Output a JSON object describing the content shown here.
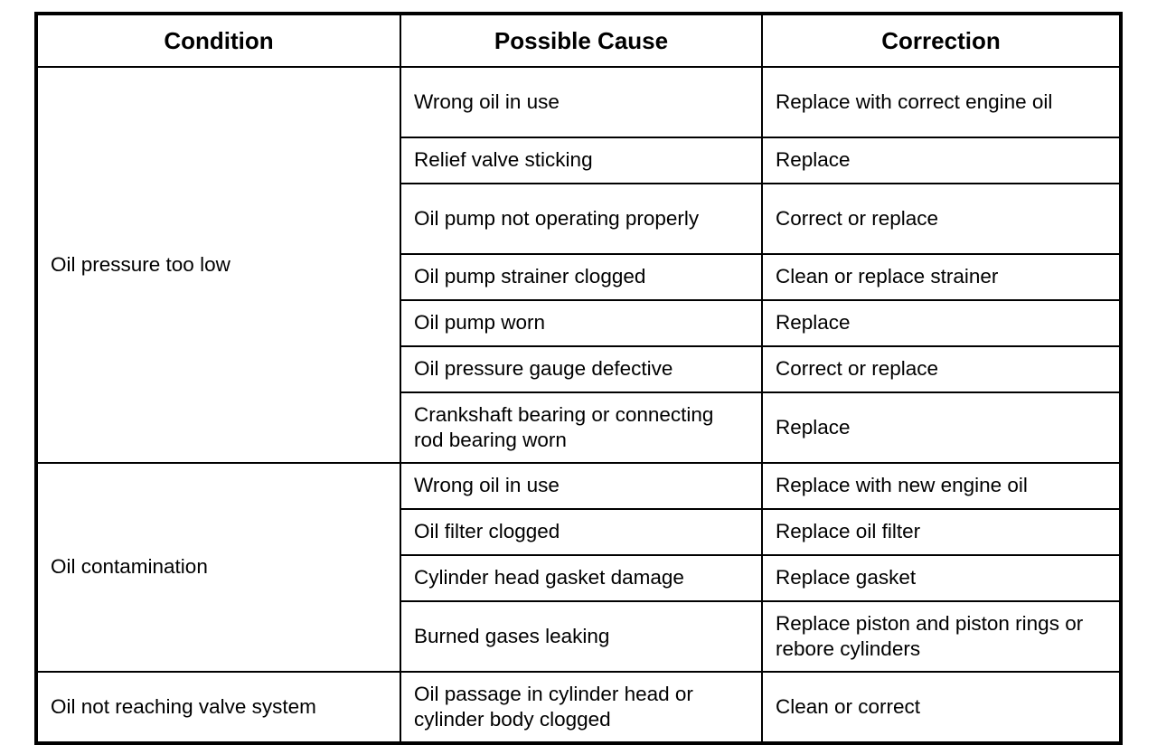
{
  "table": {
    "headers": [
      "Condition",
      "Possible Cause",
      "Correction"
    ],
    "groups": [
      {
        "condition": "Oil pressure too low",
        "rows": [
          {
            "cause": "Wrong oil in use",
            "correction": "Replace with correct engine oil"
          },
          {
            "cause": "Relief valve sticking",
            "correction": "Replace"
          },
          {
            "cause": "Oil pump not operating properly",
            "correction": "Correct or replace"
          },
          {
            "cause": "Oil pump strainer clogged",
            "correction": "Clean or replace strainer"
          },
          {
            "cause": "Oil pump worn",
            "correction": "Replace"
          },
          {
            "cause": "Oil pressure gauge defective",
            "correction": "Correct or replace"
          },
          {
            "cause": "Crankshaft bearing or connecting rod bearing worn",
            "correction": "Replace"
          }
        ]
      },
      {
        "condition": "Oil contamination",
        "rows": [
          {
            "cause": "Wrong oil in use",
            "correction": "Replace with new engine oil"
          },
          {
            "cause": "Oil filter clogged",
            "correction": "Replace oil filter"
          },
          {
            "cause": "Cylinder head gasket damage",
            "correction": "Replace gasket"
          },
          {
            "cause": "Burned gases leaking",
            "correction": "Replace piston and piston rings or rebore cylinders"
          }
        ]
      },
      {
        "condition": "Oil not reaching valve system",
        "rows": [
          {
            "cause": "Oil passage in cylinder head or cylinder body clogged",
            "correction": "Clean or correct"
          }
        ]
      }
    ]
  },
  "colors": {
    "border": "#000000",
    "text": "#000000",
    "background": "#ffffff"
  }
}
